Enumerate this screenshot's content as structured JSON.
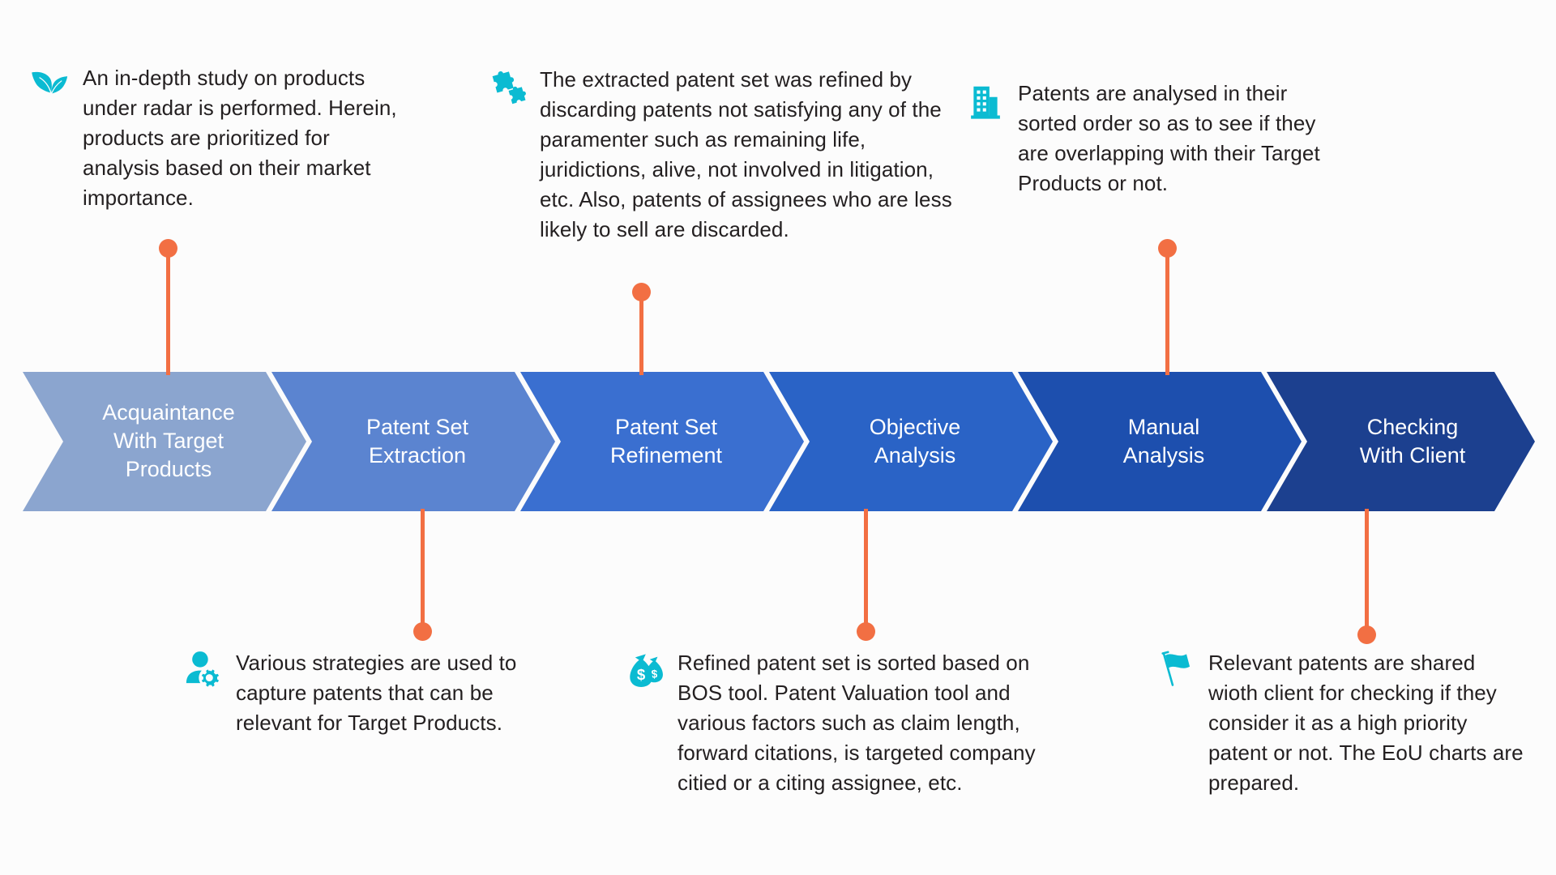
{
  "theme": {
    "background": "#fcfcfc",
    "connector_color": "#f26f43",
    "icon_color": "#0bbbd2",
    "text_color": "#231f20",
    "chevron_label_color": "#ffffff"
  },
  "diagram": {
    "type": "process-flow-chevron",
    "steps": [
      {
        "label": "Acquaintance\nWith Target\nProducts",
        "color": "#8ba5cf"
      },
      {
        "label": "Patent Set\nExtraction",
        "color": "#5b84d0"
      },
      {
        "label": "Patent Set\nRefinement",
        "color": "#3a6fd0"
      },
      {
        "label": "Objective\nAnalysis",
        "color": "#2a63c6"
      },
      {
        "label": "Manual\nAnalysis",
        "color": "#1d4fae"
      },
      {
        "label": "Checking\nWith Client",
        "color": "#1c408f"
      }
    ],
    "callouts": [
      {
        "position": "top",
        "step_index": 0,
        "icon": "leaf-sprout-icon",
        "text": "An in-depth study on products under radar is performed. Herein, products are prioritized for analysis based on their market importance."
      },
      {
        "position": "bottom",
        "step_index": 1,
        "icon": "user-settings-icon",
        "text": "Various strategies are used to capture patents that can be relevant for Target Products."
      },
      {
        "position": "top",
        "step_index": 2,
        "icon": "puzzle-pieces-icon",
        "text": "The extracted patent set was refined by discarding patents not satisfying any of the paramenter such as remaining life, juridictions, alive, not involved in litigation, etc. Also, patents of assignees who are less likely to sell are discarded."
      },
      {
        "position": "bottom",
        "step_index": 3,
        "icon": "money-bags-icon",
        "text": "Refined patent set is sorted based on BOS tool. Patent Valuation tool and various factors such as claim length, forward citations, is targeted company citied or a citing assignee, etc."
      },
      {
        "position": "top",
        "step_index": 4,
        "icon": "office-building-icon",
        "text": "Patents are analysed in their sorted order so as to see if they are overlapping with their Target Products or not."
      },
      {
        "position": "bottom",
        "step_index": 5,
        "icon": "flag-icon",
        "text": "Relevant patents are shared wioth client for checking if they consider it as a high priority patent or not. The EoU charts are prepared."
      }
    ]
  }
}
